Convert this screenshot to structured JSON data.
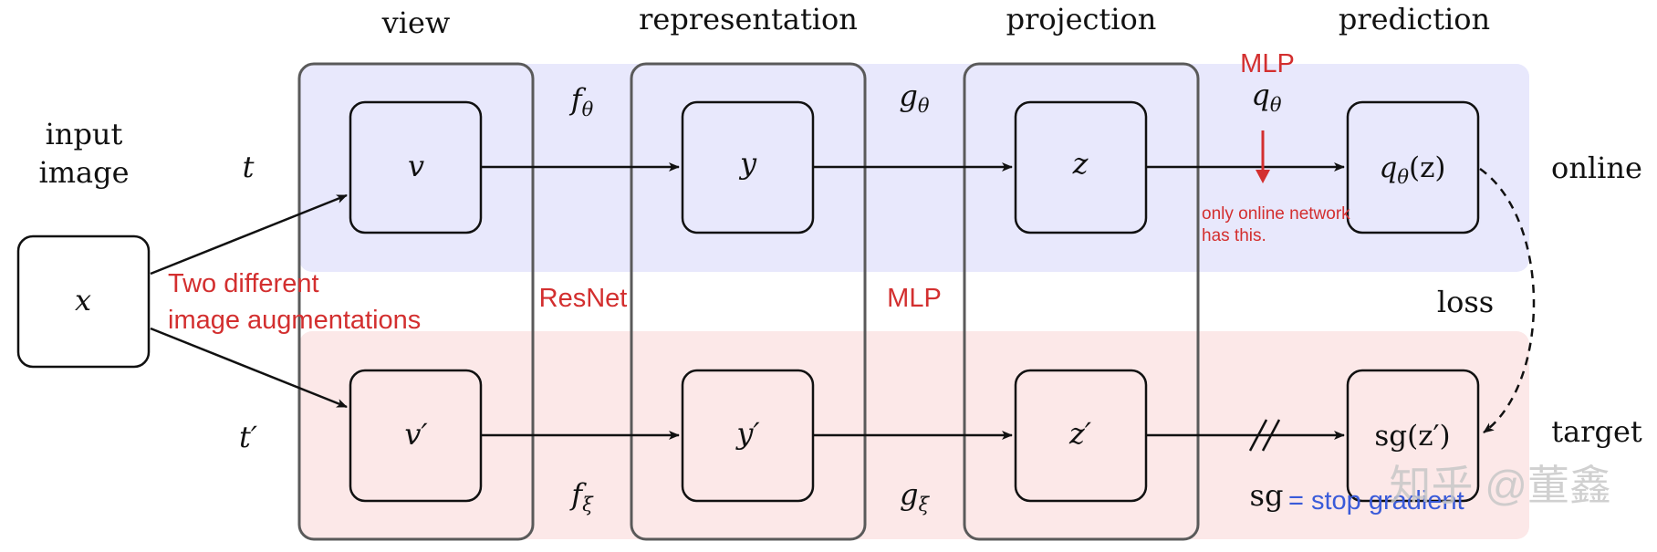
{
  "colors": {
    "online_band": "#e8e8fc",
    "target_band": "#fce8e8",
    "column_border": "#5a5a5a",
    "box_border": "#111111",
    "annotation_red": "#d32f2f",
    "annotation_blue": "#3a5bd9",
    "arrow": "#111111",
    "watermark": "#c8c8c8"
  },
  "columns": {
    "view": "view",
    "representation": "representation",
    "projection": "projection",
    "prediction": "prediction"
  },
  "rows": {
    "online": "online",
    "target": "target",
    "loss": "loss"
  },
  "input": {
    "label_line1": "input",
    "label_line2": "image",
    "node": "x"
  },
  "online": {
    "transform": "t",
    "view": "v",
    "representation": "y",
    "projection": "z",
    "prediction_fn": "q",
    "prediction_sub": "θ",
    "prediction_arg": "(z)",
    "encoder": "f",
    "encoder_sub": "θ",
    "projector": "g",
    "projector_sub": "θ",
    "predictor": "q",
    "predictor_sub": "θ"
  },
  "target": {
    "transform": "t′",
    "view": "v′",
    "representation": "y′",
    "projection": "z′",
    "prediction": "sg(z′)",
    "encoder": "f",
    "encoder_sub": "ξ",
    "projector": "g",
    "projector_sub": "ξ",
    "stop_gradient_symbol": "sg"
  },
  "annotations": {
    "augmentations_line1": "Two different",
    "augmentations_line2": "image augmentations",
    "resnet": "ResNet",
    "mlp_projector": "MLP",
    "mlp_predictor": "MLP",
    "only_online_line1": "only online network",
    "only_online_line2": "has this.",
    "stop_gradient": "= stop gradient"
  },
  "watermark": "知乎 @董鑫"
}
